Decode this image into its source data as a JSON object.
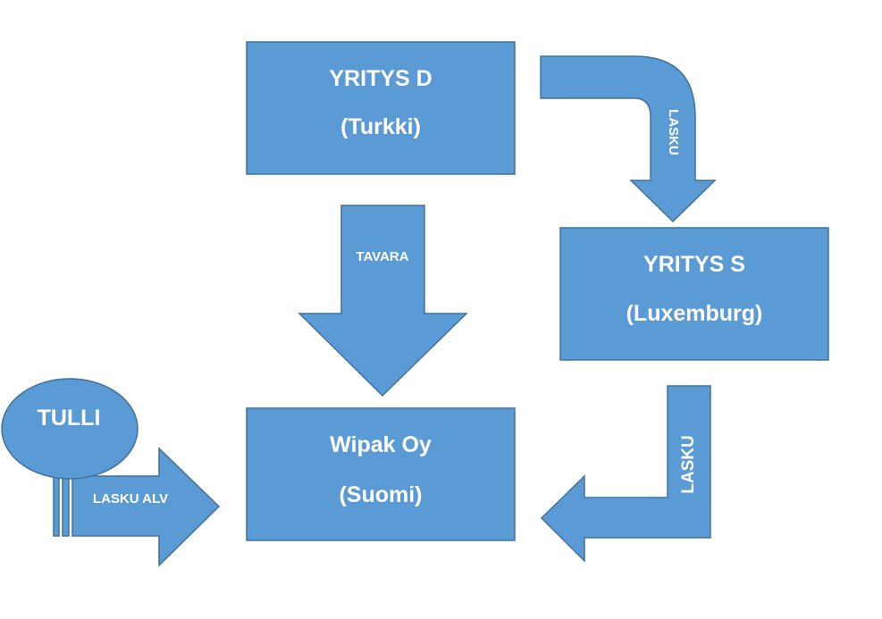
{
  "nodes": {
    "yritys_d": {
      "name": "YRITYS D",
      "country": "(Turkki)"
    },
    "yritys_s": {
      "name": "YRITYS S",
      "country": "(Luxemburg)"
    },
    "wipak": {
      "name": "Wipak Oy",
      "country": "(Suomi)"
    },
    "tulli": {
      "name": "TULLI"
    }
  },
  "arrows": {
    "d_to_s": "LASKU",
    "s_to_wipak": "LASKU",
    "d_to_wipak": "TAVARA",
    "tulli_to_wipak": "LASKU ALV"
  },
  "colors": {
    "fill": "#5b9bd5",
    "stroke": "#41719c",
    "text": "#ffffff"
  }
}
